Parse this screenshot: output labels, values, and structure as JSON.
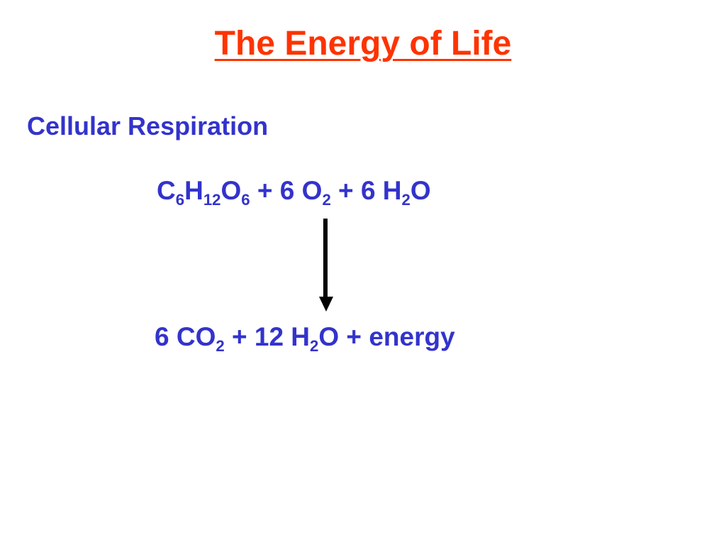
{
  "colors": {
    "title": "#ff3300",
    "text": "#3333cc",
    "arrow": "#000000",
    "background": "#ffffff"
  },
  "slide": {
    "title": "The Energy of Life",
    "subtitle": "Cellular Respiration"
  },
  "reaction": {
    "reactants": [
      {
        "text": "C",
        "sub": "6"
      },
      {
        "text": "H",
        "sub": "12"
      },
      {
        "text": "O",
        "sub": "6"
      },
      {
        "text": " + 6 O",
        "sub": "2"
      },
      {
        "text": " + 6 H",
        "sub": "2"
      },
      {
        "text": "O",
        "sub": ""
      }
    ],
    "products": [
      {
        "text": "6 CO",
        "sub": "2"
      },
      {
        "text": " + 12 H",
        "sub": "2"
      },
      {
        "text": "O + energy",
        "sub": ""
      }
    ],
    "arrow_icon": "down-arrow-icon"
  }
}
